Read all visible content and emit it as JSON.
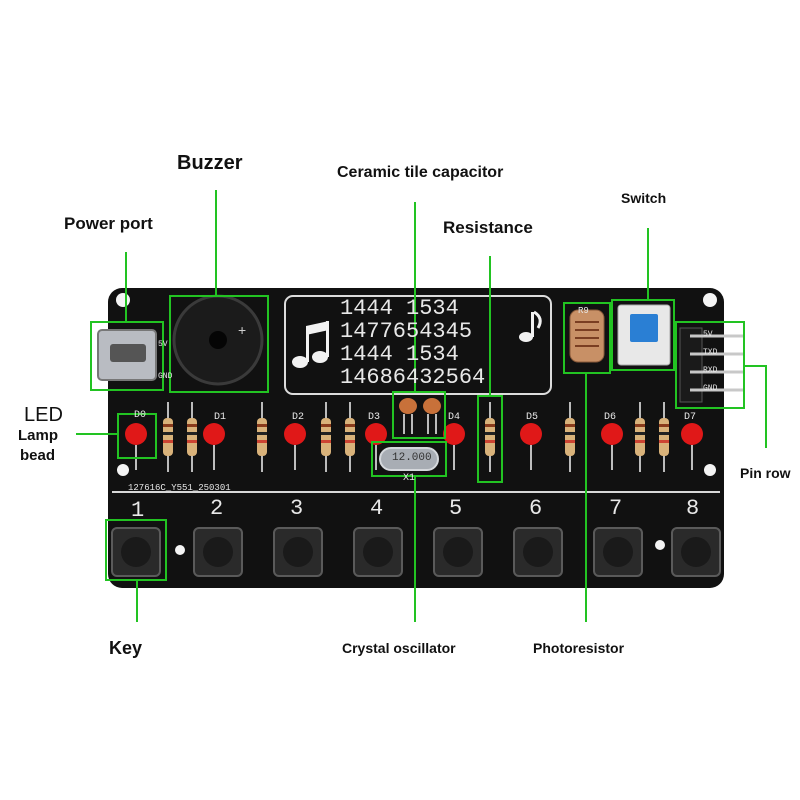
{
  "labels": {
    "buzzer": "Buzzer",
    "ceramic_capacitor": "Ceramic tile capacitor",
    "power_port": "Power port",
    "resistance": "Resistance",
    "switch": "Switch",
    "led": "LED",
    "lamp": "Lamp",
    "bead": "bead",
    "pin_row": "Pin row",
    "key": "Key",
    "crystal_oscillator": "Crystal oscillator",
    "photoresistor": "Photoresistor"
  },
  "board": {
    "score_lines": [
      "1444 1534",
      "1477654345",
      "1444 1534",
      "14686432564"
    ],
    "led_refs": [
      "D0",
      "D1",
      "D2",
      "D3",
      "D4",
      "D5",
      "D6",
      "D7"
    ],
    "key_numbers": [
      "1",
      "2",
      "3",
      "4",
      "5",
      "6",
      "7",
      "8"
    ],
    "board_id": "127616C_Y551_250301",
    "crystal_ref": "X1",
    "crystal_value": "12.000",
    "photoresistor_ref": "R9",
    "header_pins": [
      "5V",
      "TXD",
      "RXD",
      "GND"
    ],
    "usb_pins": [
      "5V",
      "GND"
    ]
  },
  "colors": {
    "highlight": "#22c322",
    "pcb": "#111111",
    "led": "#e01818",
    "switch": "#2a7fd4"
  }
}
